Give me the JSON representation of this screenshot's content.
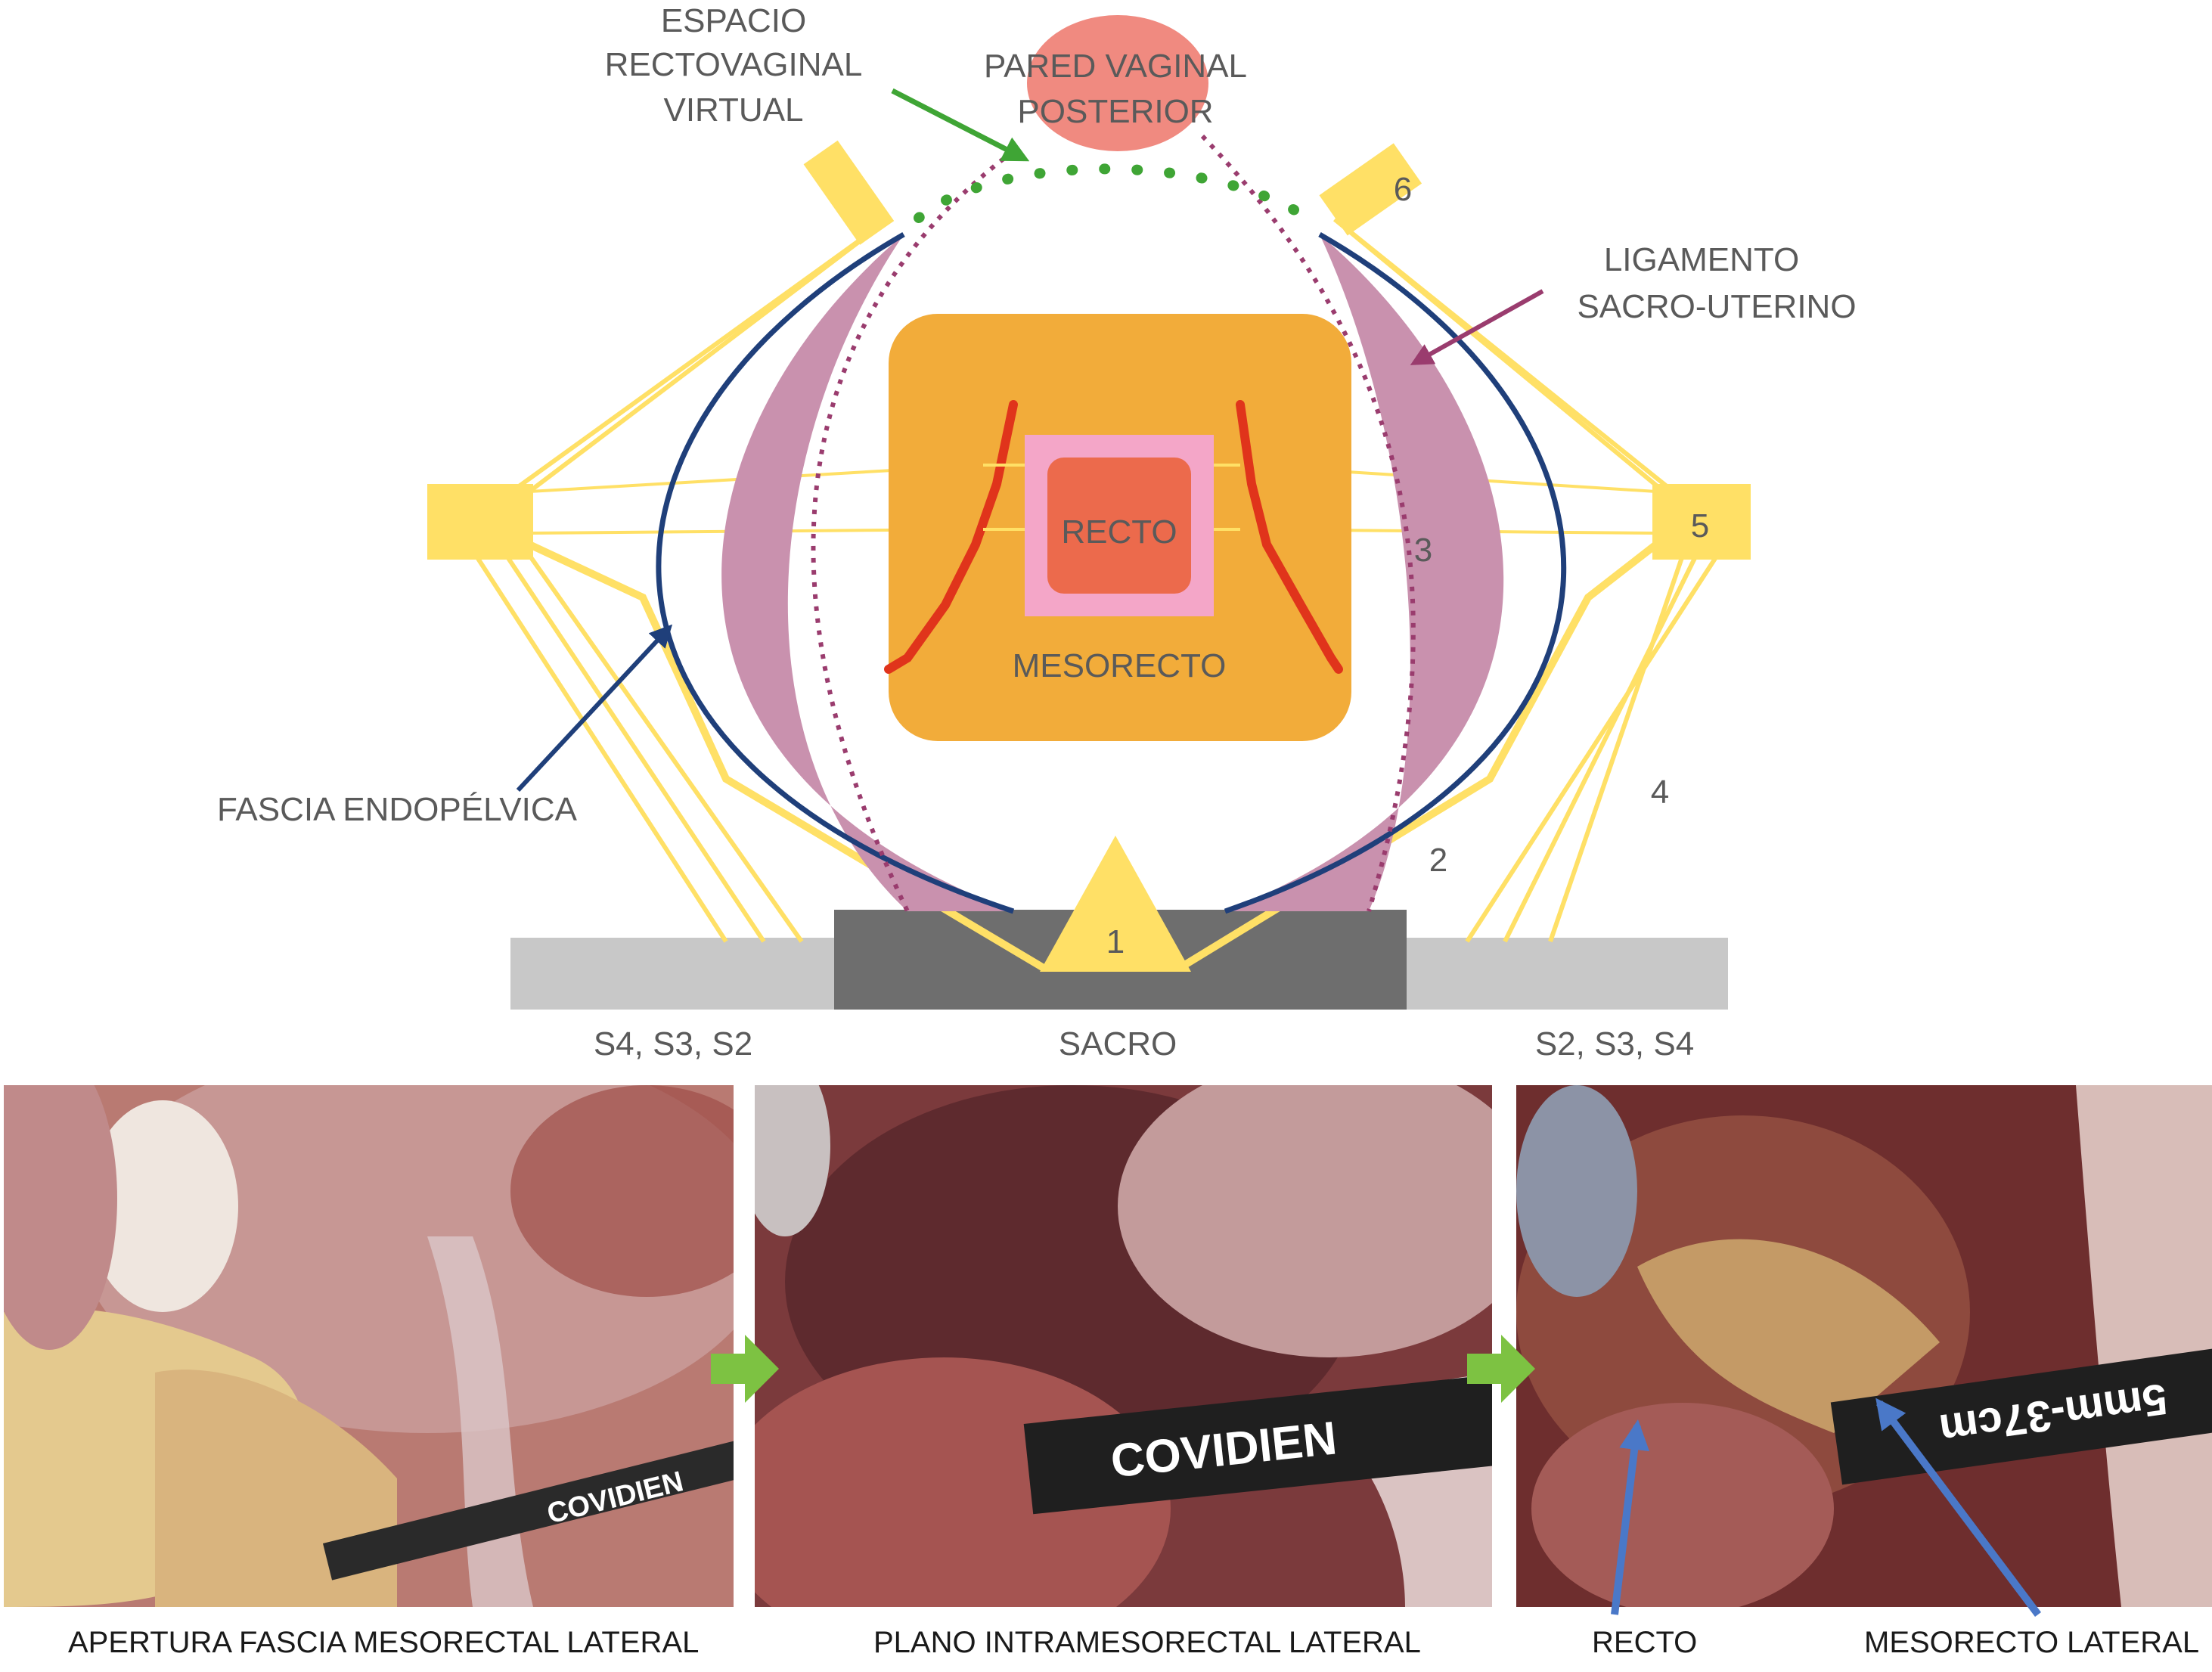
{
  "diagram": {
    "labels": {
      "espacio": [
        "ESPACIO",
        "RECTOVAGINAL",
        "VIRTUAL"
      ],
      "pared": [
        "PARED VAGINAL",
        "POSTERIOR"
      ],
      "ligamento": [
        "LIGAMENTO",
        "SACRO-UTERINO"
      ],
      "recto": "RECTO",
      "mesorecto": "MESORECTO",
      "fascia": "FASCIA ENDOPÉLVICA",
      "sacro": "SACRO",
      "left_nerves": "S4, S3, S2",
      "right_nerves": "S2, S3, S4",
      "numbers": [
        "1",
        "2",
        "3",
        "4",
        "5",
        "6"
      ]
    },
    "colors": {
      "yellow": "#FFE066",
      "blue_fascia": "#1F3F7A",
      "ligament": "#C991AE",
      "mesorectum": "#F2AC3A",
      "rectum_outer": "#F4A6C8",
      "rectum_inner": "#EC6A4C",
      "vaginal_wall": "#F08A80",
      "green_dots": "#3FA535",
      "sacrum_dark": "#6E6E6E",
      "sacrum_light": "#C8C8C8"
    }
  },
  "photos": [
    {
      "instrument_text": "COVIDIEN"
    },
    {
      "instrument_text": "COVIDIEN"
    },
    {
      "instrument_text": "5mm-37cm"
    }
  ],
  "captions": {
    "photo1": "APERTURA FASCIA MESORECTAL LATERAL",
    "photo2": "PLANO INTRAMESORECTAL LATERAL",
    "recto": "RECTO",
    "mesorecto_lateral": "MESORECTO LATERAL"
  }
}
